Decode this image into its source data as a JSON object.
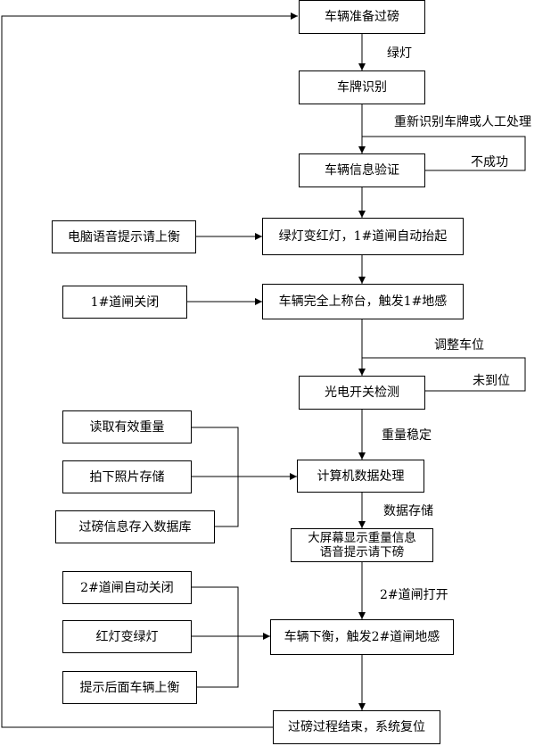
{
  "nodes": {
    "vehicle_ready": "车辆准备过磅",
    "plate_recognition": "车牌识别",
    "info_verification": "车辆信息验证",
    "pc_voice_prompt": "电脑语音提示请上衡",
    "light_gate_up": "绿灯变红灯，1#道闸自动抬起",
    "gate1_close": "1#道闸关闭",
    "vehicle_on_scale": "车辆完全上称台，触发1#地感",
    "photo_check": "光电开关检测",
    "read_weight": "读取有效重量",
    "take_photo": "拍下照片存储",
    "save_to_db": "过磅信息存入数据库",
    "computer_process": "计算机数据处理",
    "screen_line1": "大屏幕显示重量信息",
    "screen_line2": "语音提示请下磅",
    "gate2_close": "2#道闸自动关闭",
    "red_to_green": "红灯变绿灯",
    "prompt_next": "提示后面车辆上衡",
    "vehicle_off": "车辆下衡，触发2#道闸地感",
    "process_end": "过磅过程结束，系统复位"
  },
  "labels": {
    "green_light": "绿灯",
    "re_recognize": "重新识别车牌或人工处理",
    "failed": "不成功",
    "adjust_position": "调整车位",
    "not_in_place": "未到位",
    "weight_stable": "重量稳定",
    "data_storage": "数据存储",
    "gate2_open": "2#道闸打开"
  }
}
